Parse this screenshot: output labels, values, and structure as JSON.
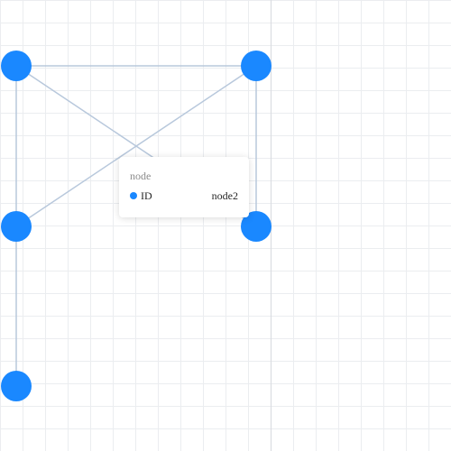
{
  "colors": {
    "node_fill": "#1a88ff",
    "edge": "#b8c8dc",
    "grid": "#ebedf0",
    "divider": "#dadde2",
    "tooltip_dot": "#1a88ff"
  },
  "graph": {
    "nodes": [
      {
        "id": "n-top-left"
      },
      {
        "id": "n-top-right"
      },
      {
        "id": "n-mid-left"
      },
      {
        "id": "n-mid-right"
      },
      {
        "id": "n-bottom-left"
      }
    ],
    "edges": [
      {
        "from": "n-top-left",
        "to": "n-top-right"
      },
      {
        "from": "n-top-left",
        "to": "n-mid-right"
      },
      {
        "from": "n-top-right",
        "to": "n-mid-left"
      },
      {
        "from": "n-top-left",
        "to": "n-mid-left"
      },
      {
        "from": "n-top-right",
        "to": "n-mid-right"
      },
      {
        "from": "n-mid-left",
        "to": "n-bottom-left"
      }
    ]
  },
  "tooltip": {
    "title": "node",
    "rows": [
      {
        "key": "ID",
        "value": "node2"
      }
    ]
  }
}
